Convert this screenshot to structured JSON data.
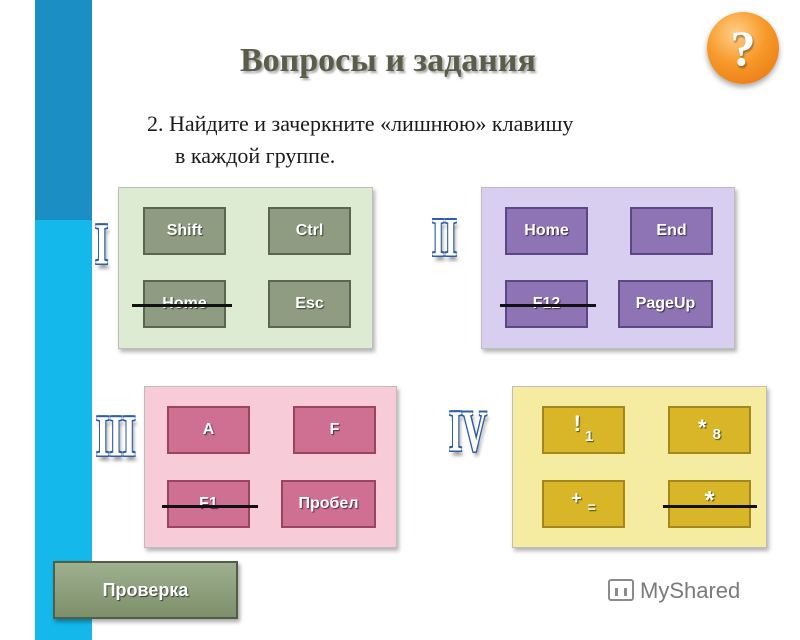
{
  "title": "Вопросы и задания",
  "help_icon_text": "?",
  "instruction": {
    "line1": "2. Найдите и зачеркните «лишнюю» клавишу",
    "line2": "в каждой группе."
  },
  "groups": [
    {
      "numeral": "I",
      "keys": [
        "Shift",
        "Ctrl",
        "Home",
        "Esc"
      ],
      "struck": "Home",
      "color": "#dcebd2"
    },
    {
      "numeral": "II",
      "keys": [
        "Home",
        "End",
        "F12",
        "PageUp"
      ],
      "struck": "F12",
      "color": "#d8cff0"
    },
    {
      "numeral": "III",
      "keys": [
        "A",
        "F",
        "F1",
        "Пробел"
      ],
      "struck": "F1",
      "color": "#f7cbd7"
    },
    {
      "numeral": "IV",
      "keys": [
        "!1",
        "*8",
        "+=",
        "*"
      ],
      "struck": "*",
      "color": "#f5eca1"
    }
  ],
  "yellow_keys": {
    "k1_main": "!",
    "k1_sub": "1",
    "k2_main": "*",
    "k2_sub": "8",
    "k3_main": "+",
    "k3_sub": "=",
    "k4_main": "*"
  },
  "check_button": "Проверка",
  "brand": "MyShared",
  "colors": {
    "sidebar_dark": "#1b8fc4",
    "sidebar_light": "#14b8ea",
    "accent_orange": "#f79a2a"
  }
}
